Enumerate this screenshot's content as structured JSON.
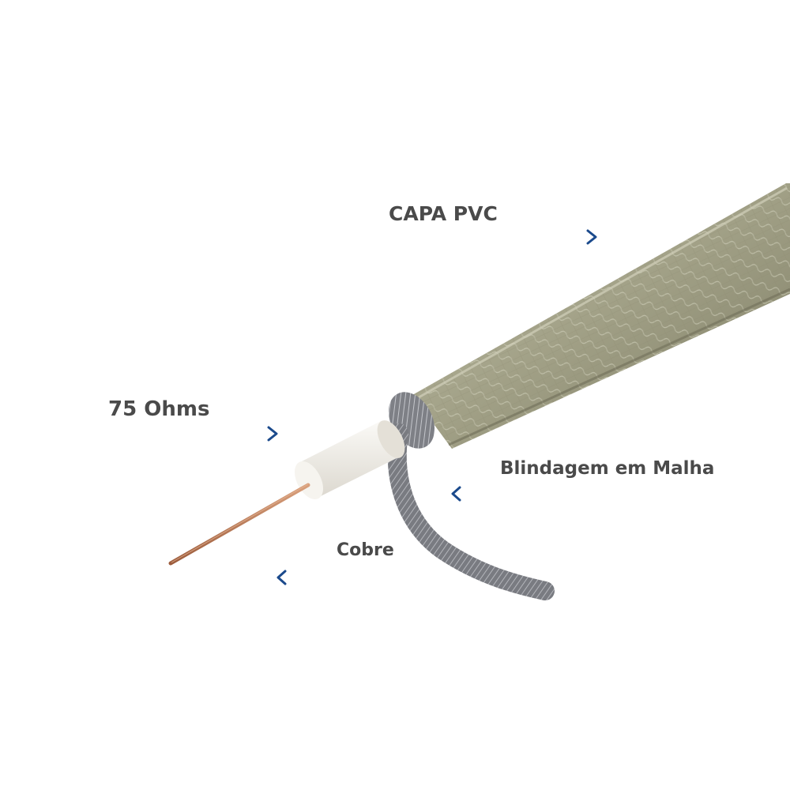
{
  "labels": {
    "pvc_jacket": "CAPA PVC",
    "impedance": "75 Ohms",
    "braid_shield": "Blindagem em Malha",
    "copper_core": "Cobre"
  },
  "colors": {
    "jacket": "#9a9a7e",
    "jacket_light": "#b9b8a0",
    "jacket_dark": "#7f7f66",
    "dielectric": "#f3f0ea",
    "copper": "#c07a52",
    "braid": "#8a8c92",
    "arrow_dark": "#1b4a8c",
    "arrow_light": "#4fc3e0",
    "label_text": "#4a4a4a"
  }
}
